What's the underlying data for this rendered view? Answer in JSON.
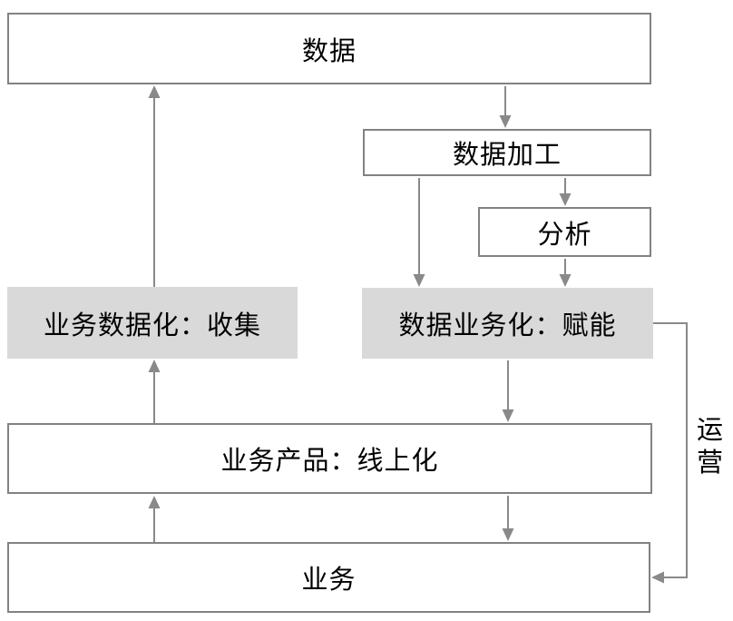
{
  "colors": {
    "background": "#ffffff",
    "box_border": "#828282",
    "arrow": "#898989",
    "gray_fill": "#d9d9d9",
    "text": "#000000"
  },
  "nodes": {
    "data": {
      "label": "数据"
    },
    "processing": {
      "label": "数据加工"
    },
    "analysis": {
      "label": "分析"
    },
    "collection": {
      "label": "业务数据化：收集"
    },
    "empowerment": {
      "label": "数据业务化：赋能"
    },
    "product": {
      "label": "业务产品：线上化"
    },
    "business": {
      "label": "业务"
    }
  },
  "annotations": {
    "operation": {
      "label": "运营"
    }
  },
  "edges": [
    {
      "from": "collection",
      "to": "data",
      "direction": "up"
    },
    {
      "from": "data",
      "to": "processing",
      "direction": "down"
    },
    {
      "from": "processing",
      "to": "analysis",
      "direction": "down"
    },
    {
      "from": "processing",
      "to": "empowerment",
      "direction": "down"
    },
    {
      "from": "analysis",
      "to": "empowerment",
      "direction": "down"
    },
    {
      "from": "empowerment",
      "to": "product",
      "direction": "down"
    },
    {
      "from": "product",
      "to": "collection",
      "direction": "up"
    },
    {
      "from": "product",
      "to": "business",
      "direction": "down"
    },
    {
      "from": "business",
      "to": "product",
      "direction": "up"
    },
    {
      "from": "empowerment",
      "to": "business",
      "direction": "elbow-right",
      "label": "运营"
    }
  ]
}
